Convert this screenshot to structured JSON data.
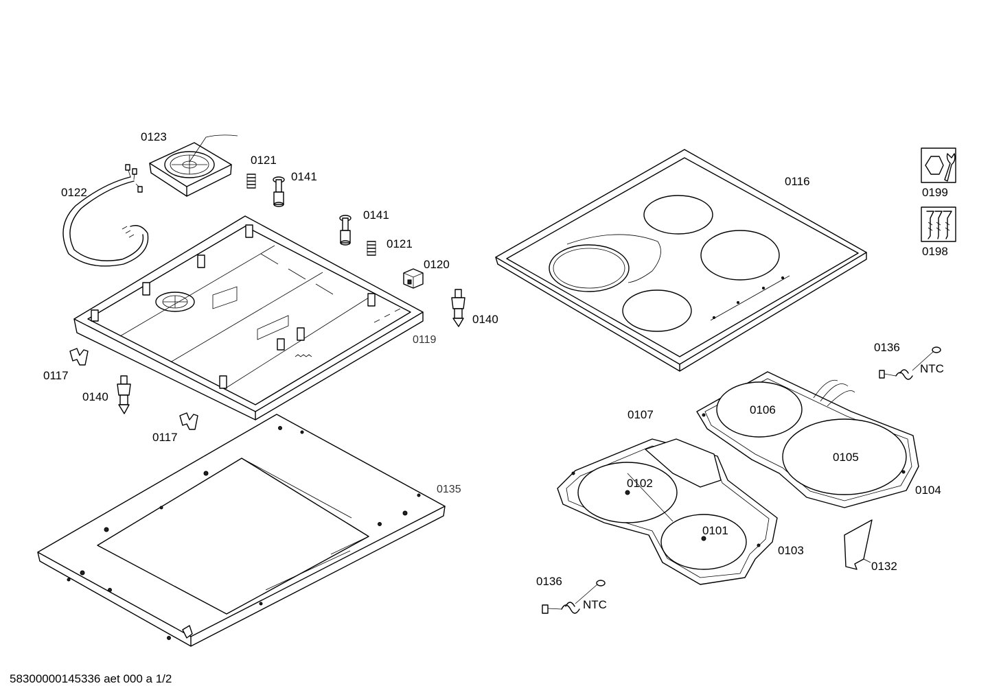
{
  "parts": {
    "p0116": "0116",
    "p0123": "0123",
    "p0121a": "0121",
    "p0141a": "0141",
    "p0122": "0122",
    "p0141b": "0141",
    "p0121b": "0121",
    "p0120": "0120",
    "p0140a": "0140",
    "p0119": "0119",
    "p0117a": "0117",
    "p0140b": "0140",
    "p0117b": "0117",
    "p0135": "0135",
    "p0199": "0199",
    "p0198": "0198",
    "p0136a": "0136",
    "ntc_a": "NTC",
    "p0107": "0107",
    "p0106": "0106",
    "p0105": "0105",
    "p0104": "0104",
    "p0102": "0102",
    "p0101": "0101",
    "p0103": "0103",
    "p0132": "0132",
    "p0136b": "0136",
    "ntc_b": "NTC"
  },
  "footer": {
    "doc_id": "58300000145336 aet 000 a 1/2"
  },
  "icons": [
    "wrench-icon",
    "screws-icon"
  ]
}
